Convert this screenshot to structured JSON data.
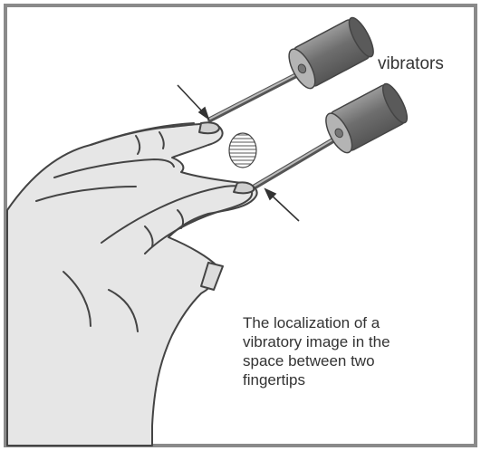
{
  "labels": {
    "vibrators": "vibrators",
    "caption_lines": [
      "The localization of a",
      "vibratory image in the",
      "space between two",
      "fingertips"
    ]
  },
  "colors": {
    "background": "#ffffff",
    "frame": "#8a8a8a",
    "cylinder_body": "#7a7a7a",
    "cylinder_end": "#aaaaaa",
    "hand_fill": "#e6e6e6",
    "hand_outline": "#444444",
    "text": "#333333"
  }
}
